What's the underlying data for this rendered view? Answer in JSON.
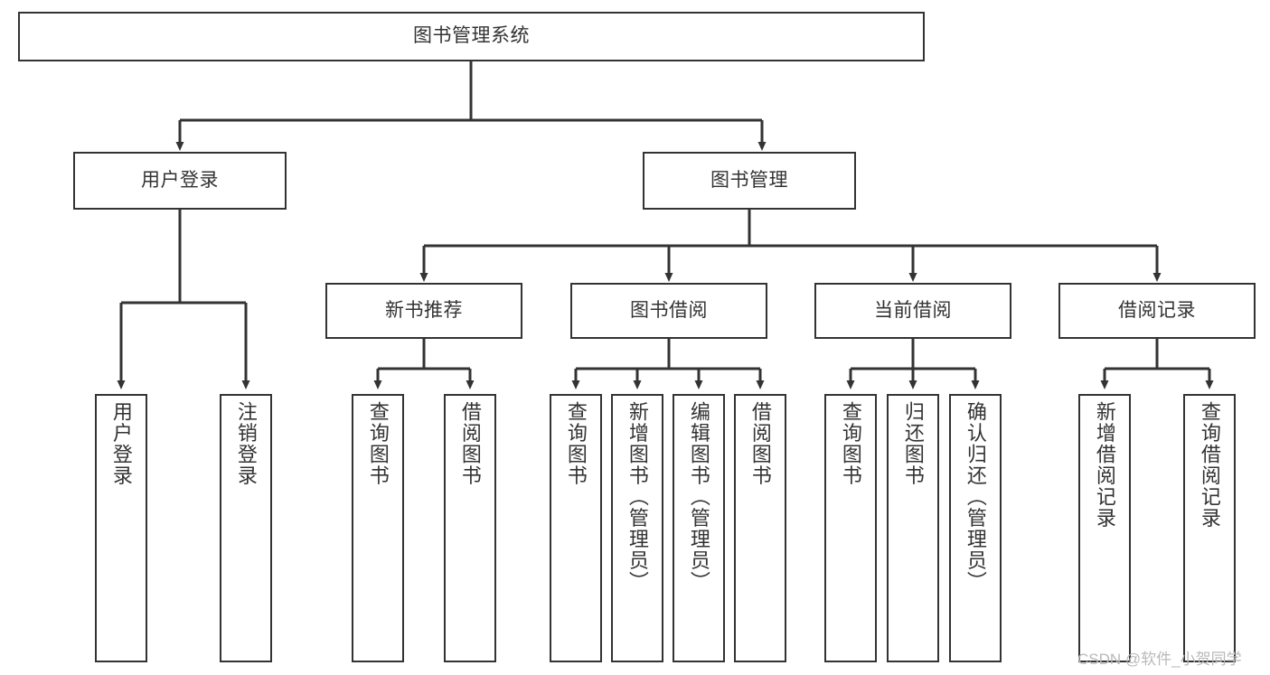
{
  "diagram": {
    "title": "图书管理系统",
    "type": "tree-functional-structure",
    "watermark": "CSDN @软件_小贺同学",
    "colors": {
      "box_border": "#333333",
      "box_fill": "#ffffff",
      "edge": "#333333",
      "text": "#333333",
      "watermark": "#b9b9b9",
      "background": "#ffffff"
    },
    "nodes": {
      "root": {
        "label": "图书管理系统"
      },
      "level2": [
        {
          "id": "user-login",
          "label": "用户登录"
        },
        {
          "id": "book-manage",
          "label": "图书管理"
        }
      ],
      "level3": [
        {
          "id": "new-book-recommend",
          "label": "新书推荐"
        },
        {
          "id": "book-borrow",
          "label": "图书借阅"
        },
        {
          "id": "current-borrow",
          "label": "当前借阅"
        },
        {
          "id": "borrow-record",
          "label": "借阅记录"
        }
      ],
      "leaves": {
        "user-login": [
          {
            "id": "leaf-user-login",
            "label": "用户登录"
          },
          {
            "id": "leaf-logout-login",
            "label": "注销登录"
          }
        ],
        "new-book-recommend": [
          {
            "id": "leaf-query-book-1",
            "label": "查询图书"
          },
          {
            "id": "leaf-borrow-book-1",
            "label": "借阅图书"
          }
        ],
        "book-borrow": [
          {
            "id": "leaf-query-book-2",
            "label": "查询图书"
          },
          {
            "id": "leaf-add-book",
            "label": "新增图书（管理员）"
          },
          {
            "id": "leaf-edit-book",
            "label": "编辑图书（管理员）"
          },
          {
            "id": "leaf-borrow-book-2",
            "label": "借阅图书"
          }
        ],
        "current-borrow": [
          {
            "id": "leaf-query-book-3",
            "label": "查询图书"
          },
          {
            "id": "leaf-return-book",
            "label": "归还图书"
          },
          {
            "id": "leaf-confirm-return",
            "label": "确认归还（管理员）"
          }
        ],
        "borrow-record": [
          {
            "id": "leaf-add-record",
            "label": "新增借阅记录"
          },
          {
            "id": "leaf-query-record",
            "label": "查询借阅记录"
          }
        ]
      }
    }
  }
}
